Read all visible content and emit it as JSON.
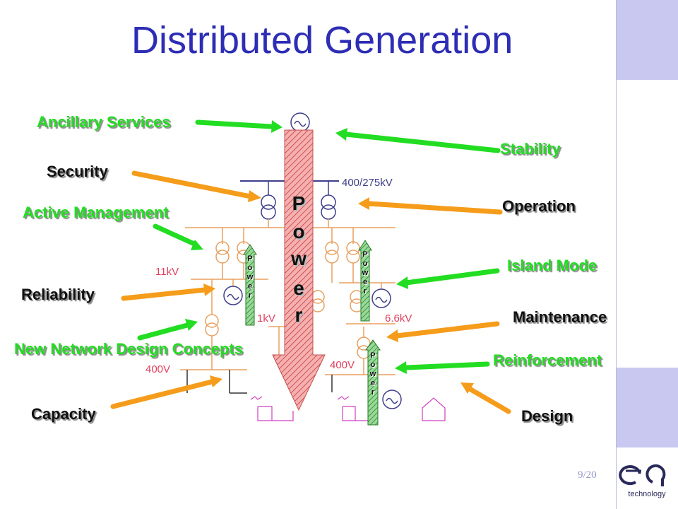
{
  "slide": {
    "title": "Distributed Generation",
    "page_number": "9/20",
    "logo_text": "technology",
    "logo_mark": "ea"
  },
  "left_labels": {
    "ancillary": "Ancillary Services",
    "security": "Security",
    "active": "Active Management",
    "reliability": "Reliability",
    "new_network": "New Network Design Concepts",
    "capacity": "Capacity"
  },
  "right_labels": {
    "stability": "Stability",
    "operation": "Operation",
    "island": "Island Mode",
    "maintenance": "Maintenance",
    "reinforcement": "Reinforcement",
    "design": "Design"
  },
  "voltages": {
    "v400_275": "400/275kV",
    "v11k": "11kV",
    "v1k": "1kV",
    "v66k": "6.6kV",
    "v400_left": "400V",
    "v400_right": "400V"
  },
  "power_word": [
    "P",
    "o",
    "w",
    "e",
    "r"
  ],
  "colors": {
    "green": "#22dd22",
    "orange": "#f59c1a",
    "title": "#2d2db5",
    "network": "#e8a060",
    "equipment": "#3e3e8a",
    "load": "#d040c0",
    "arrow_red": "#e07070"
  }
}
